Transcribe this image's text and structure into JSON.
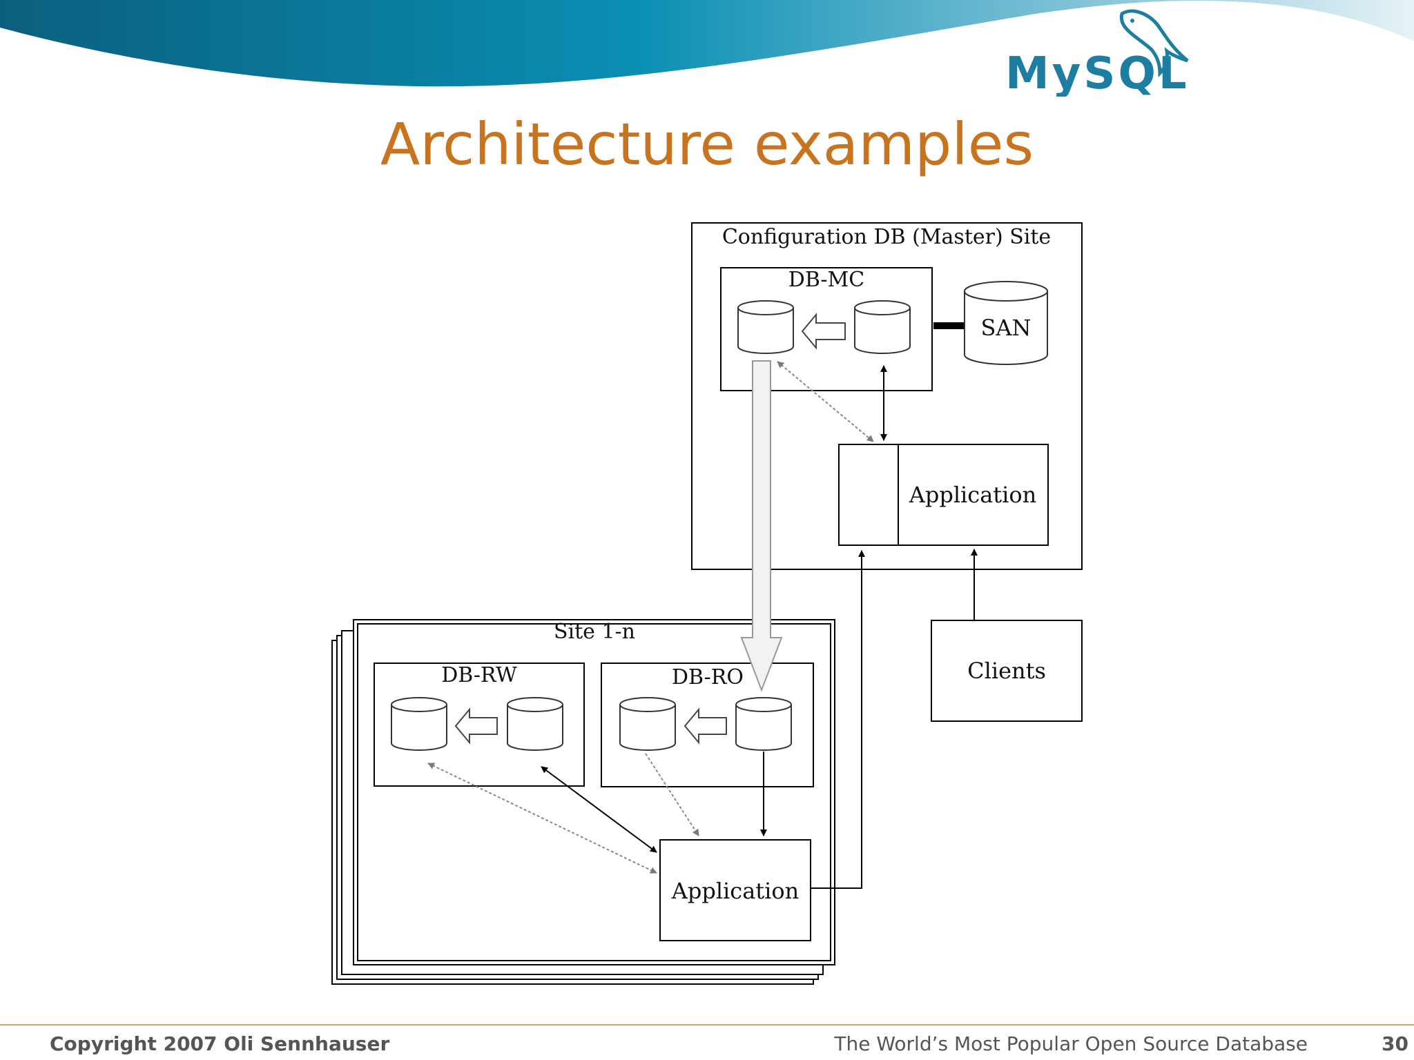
{
  "slide": {
    "title": "Architecture examples"
  },
  "logo": {
    "text": "MySQL"
  },
  "diagram": {
    "master_site_label": "Configuration DB (Master) Site",
    "db_mc_label": "DB-MC",
    "san_label": "SAN",
    "master_app_label": "Application",
    "clients_label": "Clients",
    "site_label": "Site 1-n",
    "db_rw_label": "DB-RW",
    "db_ro_label": "DB-RO",
    "site_app_label": "Application"
  },
  "footer": {
    "copyright": "Copyright 2007 Oli Sennhauser",
    "tagline": "The World’s Most Popular Open Source Database",
    "page_number": "30"
  },
  "colors": {
    "title": "#c8741f",
    "banner_dark": "#0b6f93",
    "banner_light": "#b9dde8",
    "logo_blue": "#1e7ea1",
    "logo_orange": "#e0901e"
  }
}
